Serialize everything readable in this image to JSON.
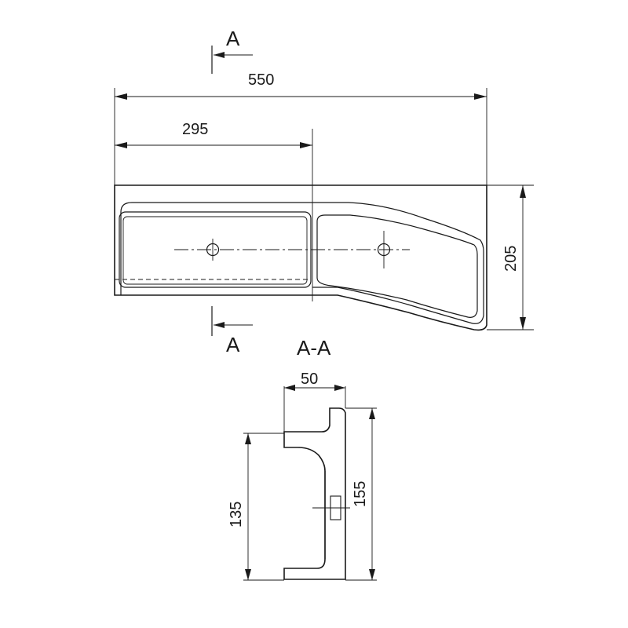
{
  "dimensions": {
    "overall_length": "550",
    "partial_length": "295",
    "height": "205",
    "section_depth": "50",
    "section_inner_height": "135",
    "section_outer_height": "155"
  },
  "section": {
    "marker_top": "A",
    "marker_bottom": "A",
    "view_title": "A-A"
  }
}
